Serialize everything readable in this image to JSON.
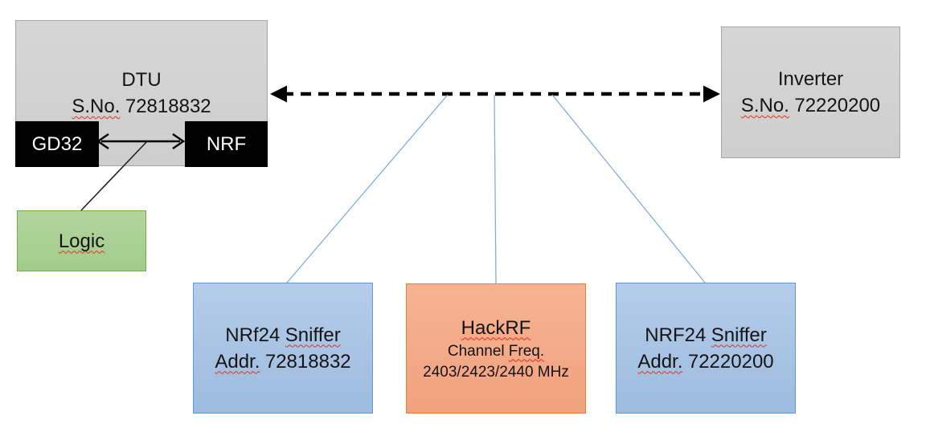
{
  "diagram": {
    "dtu": {
      "title": "DTU",
      "serial_label": "S.No.",
      "serial": "72818832"
    },
    "gd32_chip": {
      "label": "GD32"
    },
    "nrf_chip": {
      "label": "NRF"
    },
    "logic": {
      "label": "Logic"
    },
    "inverter": {
      "title": "Inverter",
      "serial_label": "S.No.",
      "serial": "72220200"
    },
    "sniffer_left": {
      "model": "NRf24",
      "device_word": "Sniffer",
      "addr_label": "Addr.",
      "addr": "72818832"
    },
    "hackrf": {
      "title": "HackRF",
      "channel_word": "Channel",
      "freq_word": "Freq.",
      "frequencies": "2403/2423/2440 MHz"
    },
    "sniffer_right": {
      "model": "NRF24",
      "device_word": "Sniffer",
      "addr_label": "Addr.",
      "addr": "72220200"
    }
  },
  "colors": {
    "box_gray_fill": "#d2d2d2",
    "box_gray_border": "#a6a6a6",
    "box_blue_fill": "#a9c4e3",
    "box_blue_border": "#5b9bd5",
    "box_orange_fill": "#f4ab88",
    "box_orange_border": "#ed7d31",
    "box_green_fill": "#aad094",
    "box_green_border": "#70ad47",
    "chip_black": "#000000",
    "connector_blue": "#85addb",
    "arrow_black": "#000000",
    "squiggle_red": "#e0301e"
  }
}
